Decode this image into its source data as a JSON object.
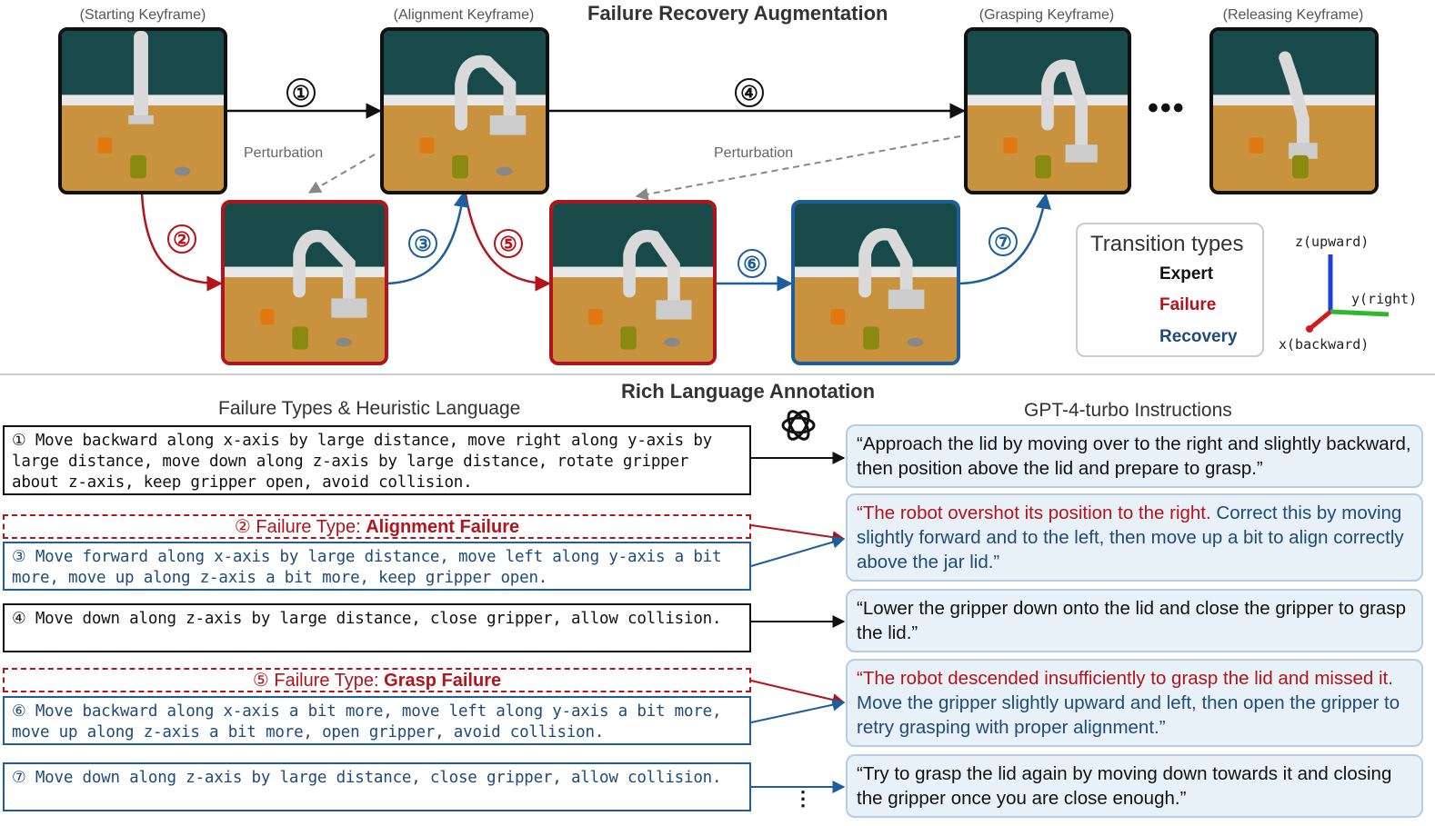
{
  "header": {
    "title": "Failure Recovery Augmentation",
    "keyframes": [
      "(Starting Keyframe)",
      "(Alignment Keyframe)",
      "(Grasping Keyframe)",
      "(Releasing Keyframe)"
    ],
    "perturbation_label": "Perturbation",
    "ellipsis": "•••"
  },
  "step_markers": [
    "①",
    "②",
    "③",
    "④",
    "⑤",
    "⑥",
    "⑦"
  ],
  "legend": {
    "title": "Transition types",
    "items": [
      {
        "label": "Expert",
        "color": "#111111"
      },
      {
        "label": "Failure",
        "color": "#b3131b"
      },
      {
        "label": "Recovery",
        "color": "#1f4a7a"
      }
    ]
  },
  "axes": {
    "z": "z(upward)",
    "y": "y(right)",
    "x": "x(backward)",
    "colors": {
      "z": "#1f3fd6",
      "y": "#2db92d",
      "x": "#d11b1b"
    }
  },
  "annotation": {
    "title": "Rich Language Annotation",
    "left_heading": "Failure Types & Heuristic Language",
    "right_heading": "GPT-4-turbo Instructions",
    "gpt_icon": "openai-logo-icon",
    "vertical_ellipsis": "⋮",
    "heuristics": [
      "① Move backward along x-axis by large distance, move right along y-axis by large distance, move down along z-axis by large distance, rotate gripper about z-axis, keep gripper open, avoid collision.",
      "③ Move forward along x-axis by large distance, move left along y-axis a bit more, move up along z-axis a bit more, keep gripper open.",
      "④ Move down along z-axis by large distance, close gripper, allow collision.",
      "⑥ Move backward along x-axis a bit more, move left along y-axis a bit more, move up along z-axis a bit more, open gripper, avoid collision.",
      "⑦ Move down along z-axis by large distance, close gripper, allow collision."
    ],
    "failures": [
      {
        "prefix": "② Failure Type: ",
        "name": "Alignment Failure"
      },
      {
        "prefix": "⑤ Failure Type: ",
        "name": "Grasp Failure"
      }
    ],
    "instructions": [
      {
        "plain": "“Approach the lid by moving over to the right and slightly backward, then position above the lid and prepare to grasp.”"
      },
      {
        "red": "“The robot overshot its position to the right.",
        "blue": " Correct this by moving slightly forward and to the left, then move up a bit to align correctly above the jar lid.”"
      },
      {
        "plain": "“Lower the gripper down onto the lid and close the gripper to grasp the lid.”"
      },
      {
        "red": "“The robot descended insufficiently to grasp the lid and missed it.",
        "blue": " Move the gripper slightly upward and left, then open the gripper to retry grasping with proper alignment.”"
      },
      {
        "plain": "“Try to grasp the lid again by moving down towards it and closing the gripper once you are close enough.”"
      }
    ]
  },
  "colors": {
    "expert": "#111111",
    "failure": "#b3131b",
    "recovery": "#1f5e9c"
  }
}
